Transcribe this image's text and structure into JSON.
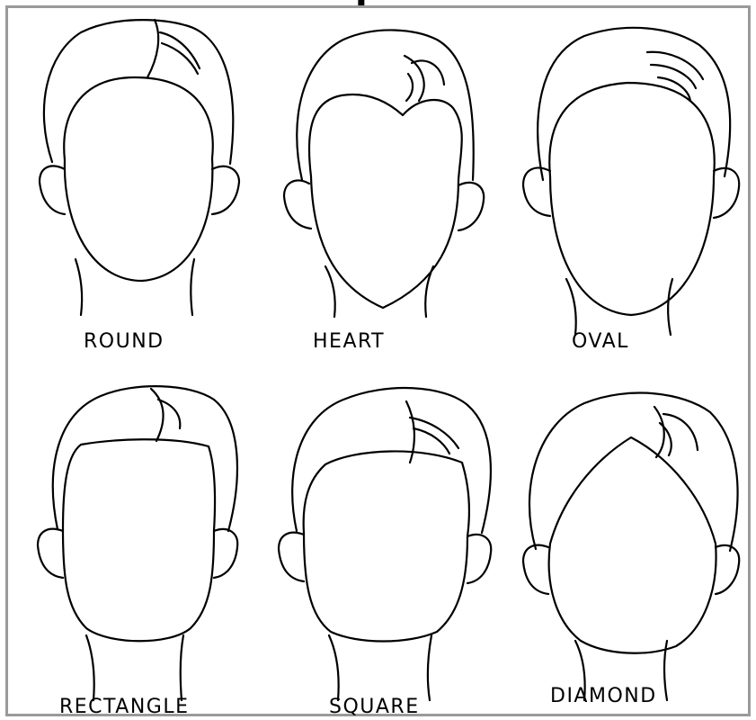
{
  "diagram": {
    "title_fragment": "p",
    "labels": {
      "round": "ROUND",
      "heart": "HEART",
      "oval": "OVAL",
      "rectangle": "RECTANGLE",
      "square": "SQUARE",
      "diamond": "DIAMOND"
    },
    "colors": {
      "line": "#000000",
      "frame": "#9a9a9a",
      "background": "#ffffff"
    }
  }
}
